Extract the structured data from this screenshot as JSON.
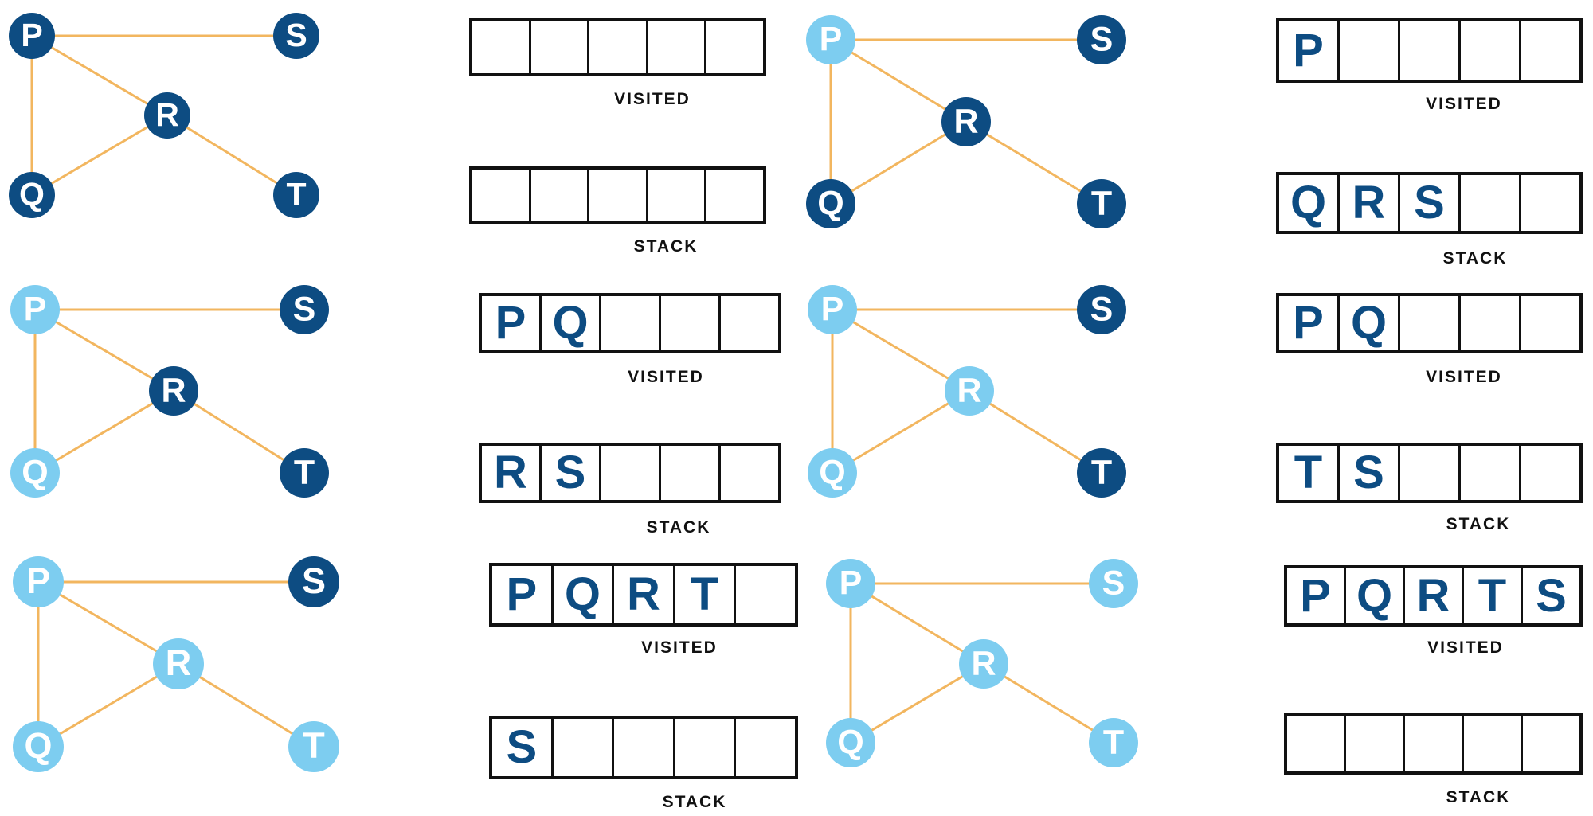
{
  "colors": {
    "unvisited_node": "#0d4c82",
    "visited_node": "#7dcdf0",
    "edge": "#f2b65f",
    "node_letter": "#ffffff",
    "array_letter": "#0d4c82"
  },
  "graph": {
    "nodes": [
      "P",
      "S",
      "R",
      "Q",
      "T"
    ],
    "edges": [
      [
        "P",
        "S"
      ],
      [
        "P",
        "R"
      ],
      [
        "P",
        "Q"
      ],
      [
        "R",
        "Q"
      ],
      [
        "R",
        "T"
      ]
    ]
  },
  "steps": [
    {
      "visited_nodes": [],
      "visited_label": "VISITED",
      "visited": [
        "",
        "",
        "",
        "",
        ""
      ],
      "stack_label": "STACK",
      "stack": [
        "",
        "",
        "",
        "",
        ""
      ]
    },
    {
      "visited_nodes": [
        "P"
      ],
      "visited_label": "VISITED",
      "visited": [
        "P",
        "",
        "",
        "",
        ""
      ],
      "stack_label": "STACK",
      "stack": [
        "Q",
        "R",
        "S",
        "",
        ""
      ]
    },
    {
      "visited_nodes": [
        "P",
        "Q"
      ],
      "visited_label": "VISITED",
      "visited": [
        "P",
        "Q",
        "",
        "",
        ""
      ],
      "stack_label": "STACK",
      "stack": [
        "R",
        "S",
        "",
        "",
        ""
      ]
    },
    {
      "visited_nodes": [
        "P",
        "Q",
        "R"
      ],
      "visited_label": "VISITED",
      "visited": [
        "P",
        "Q",
        "",
        "",
        ""
      ],
      "stack_label": "STACK",
      "stack": [
        "T",
        "S",
        "",
        "",
        ""
      ]
    },
    {
      "visited_nodes": [
        "P",
        "Q",
        "R",
        "T"
      ],
      "visited_label": "VISITED",
      "visited": [
        "P",
        "Q",
        "R",
        "T",
        ""
      ],
      "stack_label": "STACK",
      "stack": [
        "S",
        "",
        "",
        "",
        ""
      ]
    },
    {
      "visited_nodes": [
        "P",
        "Q",
        "R",
        "T",
        "S"
      ],
      "visited_label": "VISITED",
      "visited": [
        "P",
        "Q",
        "R",
        "T",
        "S"
      ],
      "stack_label": "STACK",
      "stack": [
        "",
        "",
        "",
        "",
        ""
      ]
    }
  ]
}
